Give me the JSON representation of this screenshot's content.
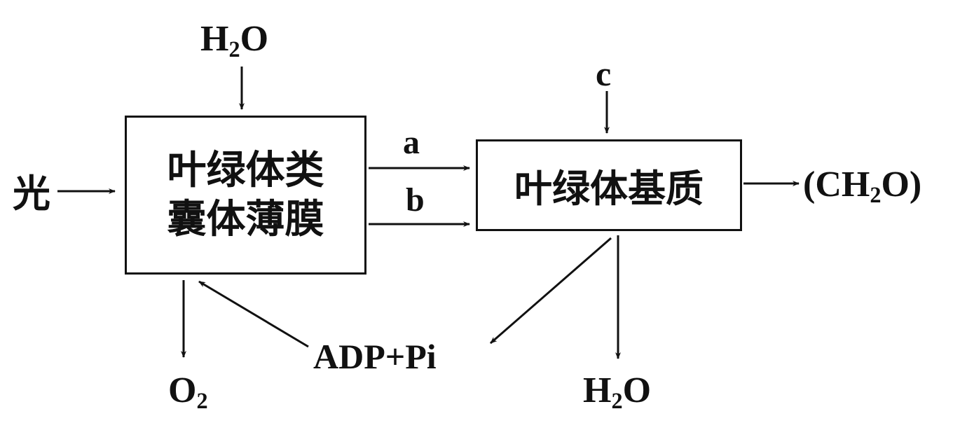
{
  "diagram": {
    "inputs": {
      "light": "光",
      "water_in": {
        "main": "H",
        "sub": "2",
        "tail": "O"
      },
      "c": "c"
    },
    "thylakoid_box": {
      "line1": "叶绿体类",
      "line2": "囊体薄膜"
    },
    "stroma_box": {
      "label": "叶绿体基质"
    },
    "transfer_labels": {
      "a": "a",
      "b": "b"
    },
    "outputs": {
      "carbohydrate": {
        "open": "(CH",
        "sub": "2",
        "close": "O)"
      },
      "oxygen": {
        "main": "O",
        "sub": "2"
      },
      "adp_pi": "ADP+Pi",
      "water_out": {
        "main": "H",
        "sub": "2",
        "tail": "O"
      }
    },
    "colors": {
      "ink": "#111111",
      "background": "#ffffff"
    }
  }
}
